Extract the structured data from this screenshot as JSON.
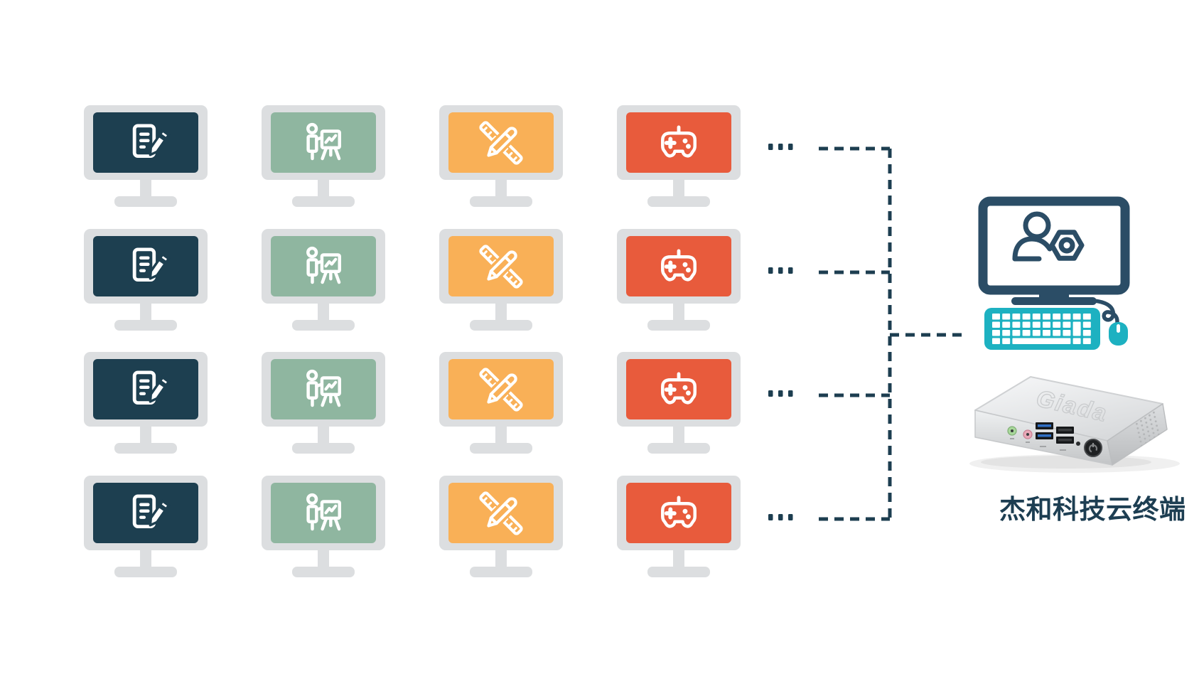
{
  "clients": {
    "rows": 4,
    "row_ellipsis": "...",
    "bezel_color": "#dcdee0",
    "columns": [
      {
        "name": "office-documents",
        "icon": "document-edit-icon",
        "screen_color": "#1d3f50"
      },
      {
        "name": "presentation-teaching",
        "icon": "presentation-icon",
        "screen_color": "#8fb6a0"
      },
      {
        "name": "design-tools",
        "icon": "ruler-pencil-icon",
        "screen_color": "#f9b057"
      },
      {
        "name": "gaming",
        "icon": "gamepad-icon",
        "screen_color": "#e85b3c"
      }
    ]
  },
  "connector": {
    "color": "#1d3e50",
    "style": "dashed"
  },
  "admin_station": {
    "outline_color": "#2b4d66",
    "accent_color": "#1db1c1",
    "screen_icons": [
      "user-icon",
      "gear-nut-icon"
    ]
  },
  "terminal_device": {
    "logo": "Giada",
    "label": "杰和科技云终端",
    "label_color": "#1d3e52"
  }
}
